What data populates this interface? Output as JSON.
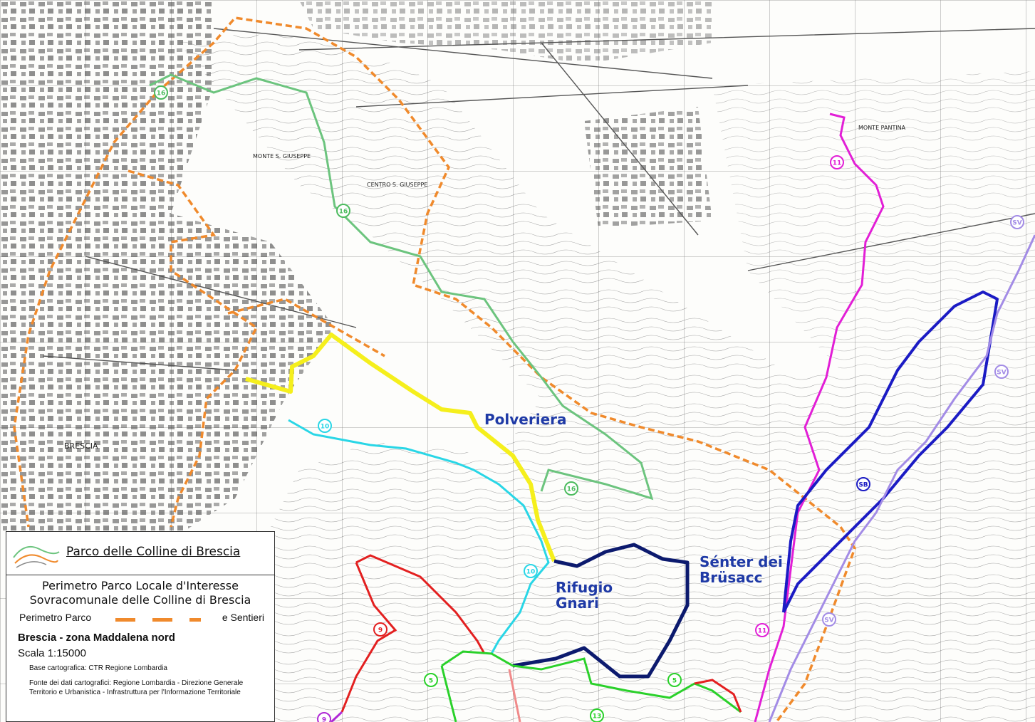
{
  "map": {
    "place_labels": {
      "polveriera": "Polveriera",
      "rifugio_gnari": "Rifugio\nGnari",
      "senter_brusacc": "Sénter dei\nBrüsacc",
      "brescia": "BRESCIA",
      "monte_s_giuseppe": "MONTE S. GIUSEPPE",
      "cimitero_s_giuseppe": "CENTRO S. GIUSEPPE",
      "monte_pantina": "MONTE PANTINA"
    },
    "trail_markers": [
      {
        "label": "16",
        "color": "#4cbb5e"
      },
      {
        "label": "16",
        "color": "#4cbb5e"
      },
      {
        "label": "16",
        "color": "#4cbb5e"
      },
      {
        "label": "11",
        "color": "#e21fd6"
      },
      {
        "label": "11",
        "color": "#e21fd6"
      },
      {
        "label": "SV",
        "color": "#a38ce6"
      },
      {
        "label": "SV",
        "color": "#a38ce6"
      },
      {
        "label": "SV",
        "color": "#a38ce6"
      },
      {
        "label": "SB",
        "color": "#1b1bc4"
      },
      {
        "label": "10",
        "color": "#29d6e6"
      },
      {
        "label": "10",
        "color": "#29d6e6"
      },
      {
        "label": "9",
        "color": "#e32020"
      },
      {
        "label": "9",
        "color": "#b02ad6"
      },
      {
        "label": "5",
        "color": "#2ad12a"
      },
      {
        "label": "5",
        "color": "#2ad12a"
      },
      {
        "label": "13",
        "color": "#2ad12a"
      }
    ],
    "colors": {
      "park_perimeter": "#f08a2c",
      "polveriera": "#f5ef1c",
      "rifugio_gnari": "#0c1a6e",
      "senter_brusacc": "#1b1bc4",
      "trail_16": "#6cc47e",
      "trail_11": "#e21fd6",
      "trail_sv": "#a38ce6",
      "trail_10": "#29d6e6",
      "trail_9": "#e32020",
      "trail_5": "#2ad12a"
    }
  },
  "legend": {
    "park_name": "Parco delle Colline di Brescia",
    "perimeter_title_1": "Perimetro Parco Locale d'Interesse",
    "perimeter_title_2": "Sovracomunale delle Colline di Brescia",
    "perimeter_label": "Perimetro Parco",
    "trails_label": "e Sentieri",
    "zone": "Brescia - zona Maddalena nord",
    "scale": "Scala 1:15000",
    "base": "Base cartografica: CTR Regione Lombardia",
    "source": "Fonte dei dati cartografici: Regione Lombardia - Direzione Generale Territorio e Urbanistica - Infrastruttura per l'Informazione Territoriale"
  }
}
